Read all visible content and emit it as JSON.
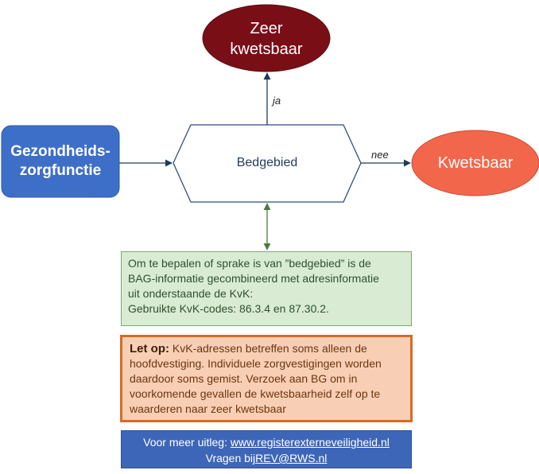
{
  "nodes": {
    "zeer_kwetsbaar": {
      "line1": "Zeer",
      "line2": "kwetsbaar"
    },
    "gezondheidszorgfunctie": {
      "line1": "Gezondheids-",
      "line2": "zorgfunctie"
    },
    "bedgebied": {
      "label": "Bedgebied"
    },
    "kwetsbaar": {
      "label": "Kwetsbaar"
    }
  },
  "edges": {
    "ja": "ja",
    "nee": "nee"
  },
  "info_green": {
    "line1": "Om te bepalen of sprake is van ”bedgebied” is de",
    "line2": "BAG-informatie gecombineerd met adresinformatie",
    "line3": "uit onderstaande de KvK:",
    "line4": "Gebruikte KvK-codes: 86.3.4 en 87.30.2."
  },
  "info_orange": {
    "lead": "Let op:",
    "text": "KvK-adressen betreffen soms alleen de hoofdvestiging. Individuele zorgvestigingen worden daardoor soms gemist. Verzoek aan BG om in voorkomende gevallen de kwetsbaarheid zelf op te waarderen naar zeer kwetsbaar"
  },
  "info_blue": {
    "line1_prefix": "Voor meer uitleg:",
    "link1": "www.registerexterneveiligheid.nl",
    "line2_prefix": "Vragen bij",
    "link2": "REV@RWS.nl"
  },
  "colors": {
    "zeer_kwetsbaar_fill": "#7a0e17",
    "gezondheidszorgfunctie_fill": "#3e6fc8",
    "kwetsbaar_fill": "#f2674b",
    "bedgebied_stroke": "#2f4f7f",
    "green_fill": "#d9ebd3",
    "orange_fill": "#f8cfb4",
    "orange_border": "#d86a26",
    "blue_fill": "#3e66b8"
  }
}
